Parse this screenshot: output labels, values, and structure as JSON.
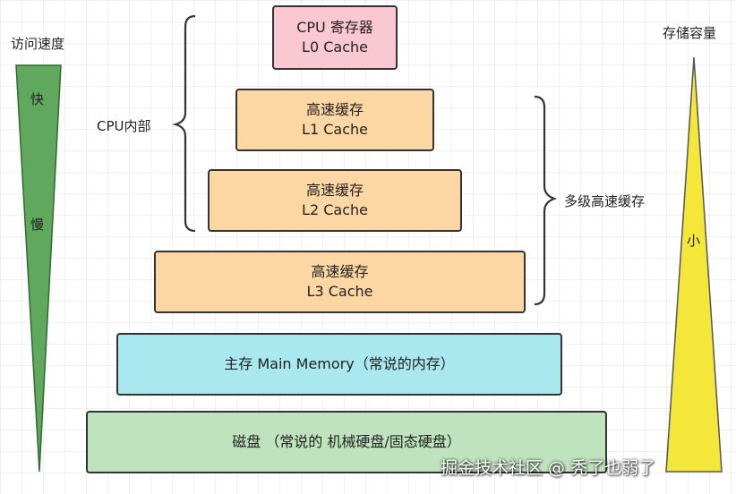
{
  "colors": {
    "register": "#f9c8d2",
    "cache": "#fcd7a4",
    "memory": "#a9e8ef",
    "disk": "#bfe3bd",
    "speed_bar": "#5fa85e",
    "capacity_bar": "#f5e63a"
  },
  "speed": {
    "label": "访问速度",
    "fast": "快",
    "slow": "慢"
  },
  "capacity": {
    "label": "存储容量",
    "small": "小"
  },
  "braces": {
    "cpu_internal": "CPU内部",
    "multi_level_cache": "多级高速缓存"
  },
  "layers": {
    "register": {
      "line1": "CPU 寄存器",
      "line2": "L0 Cache"
    },
    "l1": {
      "line1": "高速缓存",
      "line2": "L1 Cache"
    },
    "l2": {
      "line1": "高速缓存",
      "line2": "L2 Cache"
    },
    "l3": {
      "line1": "高速缓存",
      "line2": "L3 Cache"
    },
    "memory": {
      "line1": "主存 Main Memory（常说的内存）"
    },
    "disk": {
      "line1": "磁盘 （常说的 机械硬盘/固态硬盘）"
    }
  },
  "watermark": "掘金技术社区 @ 秃了也弱了"
}
